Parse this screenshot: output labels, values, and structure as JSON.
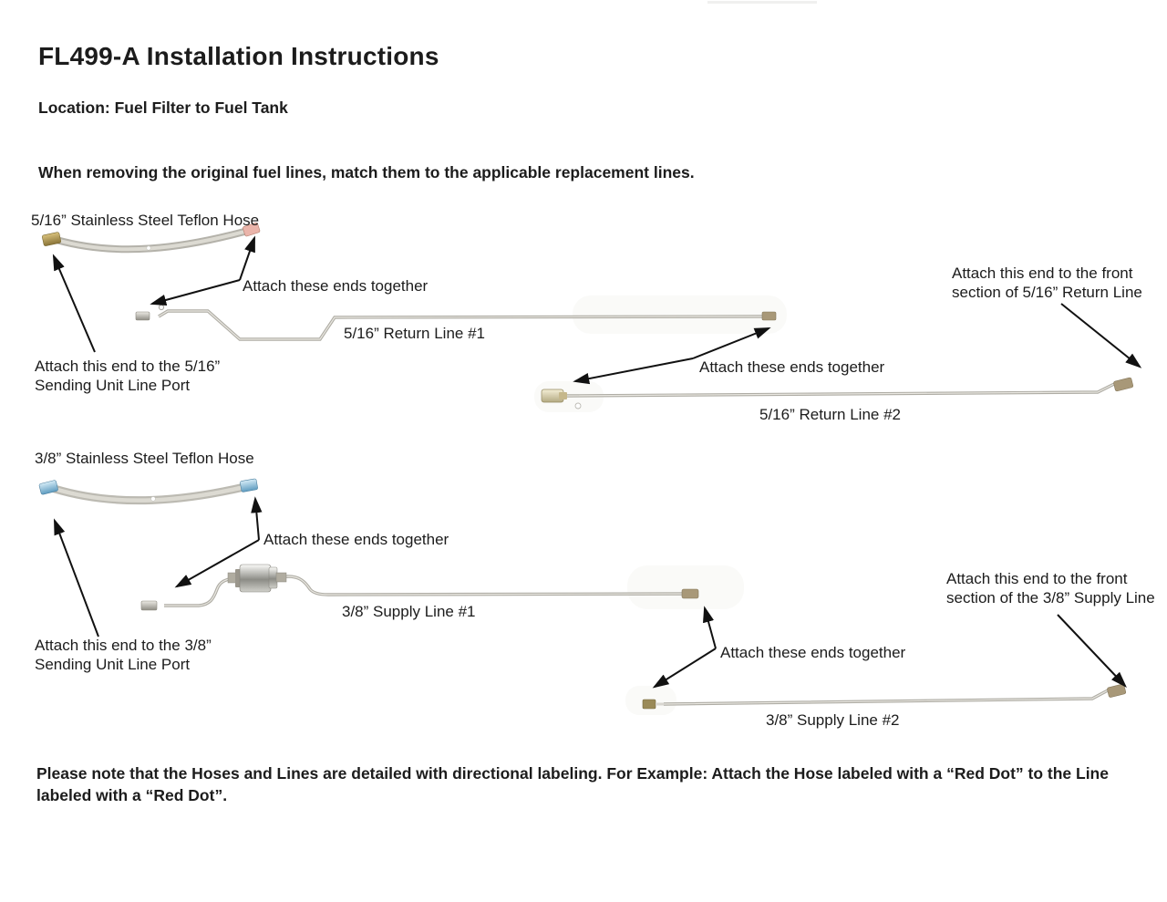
{
  "header": {
    "title": "FL499-A Installation Instructions",
    "location": "Location: Fuel Filter to Fuel Tank",
    "intro": "When removing the original fuel lines, match them to the applicable replacement lines."
  },
  "sections": {
    "five_sixteenth": {
      "hose_label": "5/16” Stainless Steel Teflon Hose",
      "attach_hose_to_line1": "Attach these ends together",
      "line1_label": "5/16” Return Line #1",
      "sending_port_note_line1": "Attach this end to the 5/16”",
      "sending_port_note_line2": "Sending Unit Line Port",
      "attach_line1_to_line2": "Attach these ends together",
      "line2_label": "5/16” Return Line #2",
      "front_section_note_line1": "Attach this end to the front",
      "front_section_note_line2": "section of 5/16” Return Line"
    },
    "three_eighth": {
      "hose_label": "3/8” Stainless Steel Teflon Hose",
      "attach_hose_to_line1": "Attach these ends together",
      "line1_label": "3/8” Supply Line #1",
      "sending_port_note_line1": "Attach this end to the 3/8”",
      "sending_port_note_line2": "Sending Unit Line Port",
      "attach_line1_to_line2": "Attach these ends together",
      "line2_label": "3/8” Supply Line #2",
      "front_section_note_line1": "Attach this end to the front",
      "front_section_note_line2": "section of the 3/8” Supply Line"
    }
  },
  "footer": {
    "note_line1": "Please note that the Hoses and Lines are detailed with directional labeling.",
    "note_line2": "For Example: Attach the Hose labeled with a “Red Dot” to the Line labeled with a “Red Dot”."
  },
  "colors": {
    "text": "#1c1c1c",
    "arrow": "#111111",
    "brass_fitting": "#ab9350",
    "pink_fitting": "#eab4aa",
    "blue_fitting": "#8fc3dd",
    "steel_line": "#b0aea6",
    "braid": "#c2c0b8",
    "cream_fitting": "#e2d8b4"
  }
}
